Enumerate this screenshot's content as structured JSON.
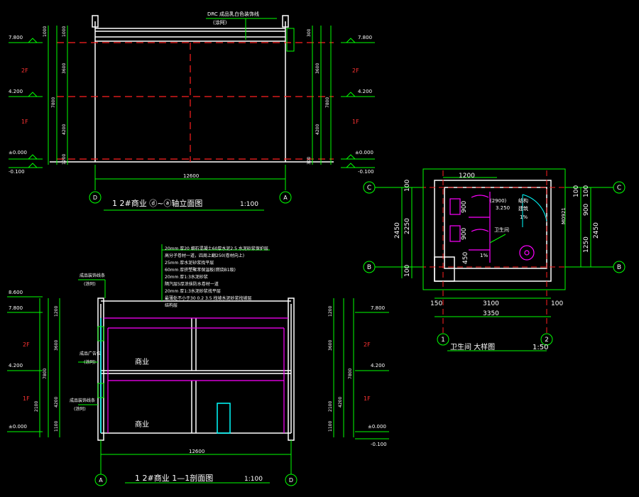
{
  "elevation": {
    "title": "1   2#商业  ⓓ~ⓐ轴立面图",
    "scale": "1:100",
    "axis_left": "D",
    "axis_right": "A",
    "width_dim": "12600",
    "note_line1": "DRC 成品乳白色装饰线",
    "note_line2": "(涂阿)",
    "floor_2f": "2F",
    "floor_1f": "1F",
    "elev_top": "7.800",
    "elev_mid": "4.200",
    "elev_zero": "±0.000",
    "elev_base": "-0.100",
    "elev_zero_right": "±0.000",
    "dims_left": [
      "1000",
      "1000",
      "3600",
      "7800",
      "4200",
      "1200"
    ],
    "dims_right": [
      "300",
      "3600",
      "7800",
      "4200",
      "300"
    ]
  },
  "section": {
    "title": "1   2#商业  1—1剖面图",
    "scale": "1:100",
    "axis_left": "A",
    "axis_right": "D",
    "width_dim": "12600",
    "room_upper": "商业",
    "room_lower": "商业",
    "floor_2f": "2F",
    "floor_1f": "1F",
    "elev_top": "8.600",
    "elev_top2": "7.800",
    "elev_mid": "4.200",
    "elev_zero": "±0.000",
    "elev_base": "-0.100",
    "roof_notes": [
      "20mm 厚20 细石混凝土60厚水泥2.5 水泥砂浆保护层",
      "高分子卷材一道，四周上翻250(卷材向上)",
      "25mm 厚水泥砂浆找平层",
      "60mm 厚挤塑聚苯保温板(燃烧B1级)",
      "20mm 厚1:3水泥砂浆",
      "隔汽层5厚涂抹防水卷材一道",
      "20mm 厚1:3水泥砂浆找平层",
      "最薄处不小于30 0.2 3.5 找坡水泥砂浆找坡层",
      "结构层"
    ],
    "side_note1": "成品装饰线条",
    "side_note1b": "(涂阿)",
    "side_note2": "成品广告位",
    "side_note2b": "(涂阿)",
    "side_note3": "成品装饰线条",
    "side_note3b": "(涂阿)",
    "dims_left": [
      "1200",
      "3600",
      "7800",
      "4200",
      "2100",
      "1100"
    ],
    "dims_right": [
      "1200",
      "3600",
      "7800",
      "4200",
      "2100",
      "1100"
    ]
  },
  "toilet": {
    "title": "卫生间      大样图",
    "scale": "1:50",
    "axis_c": "C",
    "axis_b": "B",
    "axis_1": "1",
    "axis_2": "2",
    "dim_top": "1200",
    "dim_right_top": "100",
    "dim_right_900": "900",
    "dim_right_1250": "1250",
    "dim_right_2450": "2450",
    "dim_left_100a": "100",
    "dim_left_2250": "2250",
    "dim_left_2450": "2450",
    "dim_left_100b": "100",
    "dim_left_450": "450",
    "dim_bottom_150": "150",
    "dim_bottom_3100": "3100",
    "dim_bottom_100": "100",
    "dim_bottom_3350": "3350",
    "wc_900a": "900",
    "wc_900b": "900",
    "note_2900": "(2900)",
    "note_3250": "3.250",
    "note_struct": "结构",
    "note_build": "建筑",
    "room_label": "卫生间",
    "door_code": "M0921",
    "slope1": "1%",
    "slope2": "1%",
    "dim_100_right": "100"
  },
  "colors": {
    "background": "#000000",
    "dimension": "#00ff00",
    "wall": "#ffffff",
    "axis_dash": "#ff2020",
    "magenta": "#ff00ff",
    "cyan": "#00ffff",
    "label_red": "#ff3333",
    "text_white": "#ffffff"
  }
}
